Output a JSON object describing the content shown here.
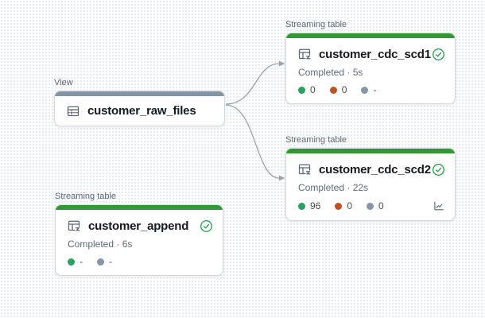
{
  "canvas": {
    "name": "pipeline-dag"
  },
  "colors": {
    "bg": "#fbfcfd",
    "grid-dot": "#e3e7ea",
    "card-bg": "#ffffff",
    "card-border": "#d5dade",
    "accent-green": "#2d9b30",
    "accent-gray": "#8593a4",
    "title-text": "#141a20",
    "muted-text": "#5f6b79",
    "value-text": "#434e59",
    "dot-green": "#27a35f",
    "dot-red": "#c2521f",
    "dot-gray": "#8696a6",
    "check-green": "#2a9d4e",
    "icon-gray": "#5a6673",
    "edge": "#9aa5b1"
  },
  "nodes": [
    {
      "id": "customer_raw_files",
      "type_label": "View",
      "title": "customer_raw_files",
      "icon": "view-table-icon"
    },
    {
      "id": "customer_cdc_scd1",
      "type_label": "Streaming table",
      "title": "customer_cdc_scd1",
      "icon": "streaming-table-icon",
      "status_icon": "check-circle-icon",
      "status": "Completed · 5s",
      "metrics": [
        {
          "kind": "green",
          "value": "0"
        },
        {
          "kind": "red",
          "value": "0"
        },
        {
          "kind": "gray",
          "value": "-"
        }
      ]
    },
    {
      "id": "customer_cdc_scd2",
      "type_label": "Streaming table",
      "title": "customer_cdc_scd2",
      "icon": "streaming-table-icon",
      "status_icon": "check-circle-icon",
      "metric_icon": "line-chart-icon",
      "status": "Completed · 22s",
      "metrics": [
        {
          "kind": "green",
          "value": "96"
        },
        {
          "kind": "red",
          "value": "0"
        },
        {
          "kind": "gray",
          "value": "0"
        }
      ]
    },
    {
      "id": "customer_append",
      "type_label": "Streaming table",
      "title": "customer_append",
      "icon": "streaming-table-icon",
      "status_icon": "check-circle-icon",
      "status": "Completed · 6s",
      "metrics": [
        {
          "kind": "green",
          "value": "-"
        },
        {
          "kind": "gray",
          "value": "-"
        }
      ]
    }
  ],
  "edges": [
    {
      "from": "customer_raw_files",
      "to": "customer_cdc_scd1"
    },
    {
      "from": "customer_raw_files",
      "to": "customer_cdc_scd2"
    }
  ]
}
